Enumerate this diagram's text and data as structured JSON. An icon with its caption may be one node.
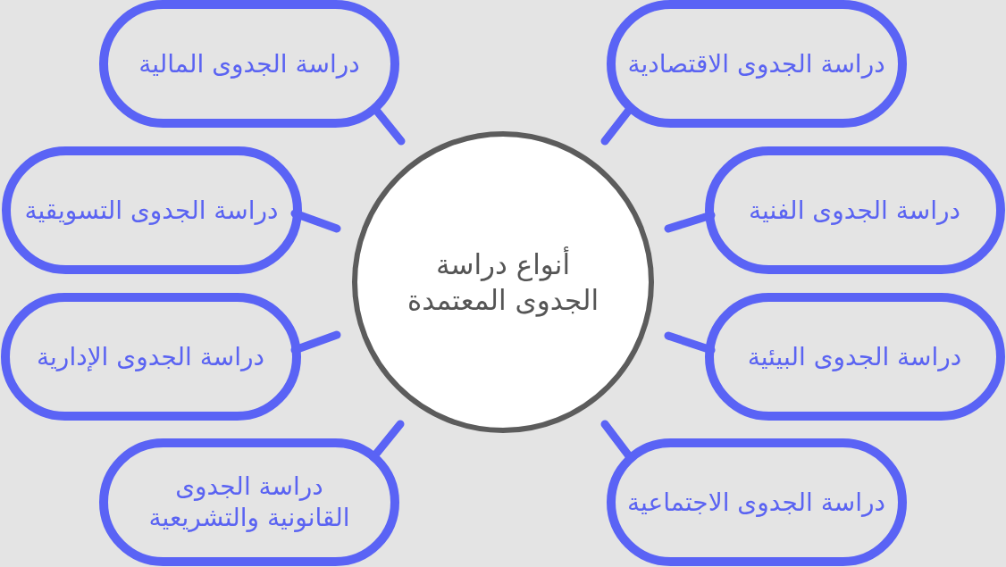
{
  "diagram": {
    "nodes": [
      {
        "text": [
          "أنواع دراسة الجدوى المعتمدة"
        ]
      },
      {
        "text": [
          "دراسة الجدوى الاقتصادية"
        ]
      },
      {
        "text": [
          "دراسة الجدوى المالية"
        ]
      },
      {
        "text": [
          "دراسة الجدوى الفنية"
        ]
      },
      {
        "text": [
          "دراسة الجدوى التسويقية"
        ]
      },
      {
        "text": [
          "دراسة الجدوى البيئية"
        ]
      },
      {
        "text": [
          "دراسة الجدوى الإدارية"
        ]
      },
      {
        "text": [
          "دراسة الجدوى الاجتماعية"
        ]
      },
      {
        "text": [
          "دراسة الجدوى القانونية والتشريعية"
        ]
      }
    ],
    "edges": [
      {
        "from": 0,
        "to": 1,
        "arrow": "none"
      },
      {
        "from": 0,
        "to": 2,
        "arrow": "none"
      },
      {
        "from": 0,
        "to": 3,
        "arrow": "none"
      },
      {
        "from": 0,
        "to": 4,
        "arrow": "none"
      },
      {
        "from": 0,
        "to": 5,
        "arrow": "none"
      },
      {
        "from": 0,
        "to": 6,
        "arrow": "none"
      },
      {
        "from": 0,
        "to": 7,
        "arrow": "none"
      },
      {
        "from": 0,
        "to": 8,
        "arrow": "none"
      }
    ]
  }
}
